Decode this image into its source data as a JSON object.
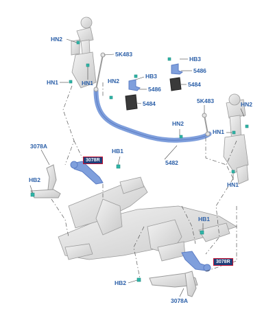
{
  "colors": {
    "label_text": "#2b5fa8",
    "highlight_part": "#7f9fdc",
    "highlight_border": "#c8102e",
    "part_outline": "#9a9a9a",
    "part_fill": "#e4e4e4",
    "leader_line": "#555555",
    "fastener": "#2fb6a8"
  },
  "labels": {
    "hn2_top_left": "HN2",
    "k483_left": "5K483",
    "hn1_left_a": "HN1",
    "hn1_left_b": "HN1",
    "hn2_mid": "HN2",
    "hb3_a": "HB3",
    "p5486_a": "5486",
    "p5484_a": "5484",
    "hb3_b": "HB3",
    "p5486_b": "5486",
    "p5484_b": "5484",
    "k483_right": "5K483",
    "hn2_right": "HN2",
    "hn2_center": "HN2",
    "hn1_right_a": "HN1",
    "p3078a_left": "3078A",
    "hb1_left": "HB1",
    "p5482": "5482",
    "hb2_left": "HB2",
    "hn1_right_b": "HN1",
    "hb1_right": "HB1",
    "hb2_bottom": "HB2",
    "p3078a_bottom": "3078A"
  },
  "boxed_labels": {
    "arm_left": "3078R",
    "arm_right": "3078R"
  }
}
